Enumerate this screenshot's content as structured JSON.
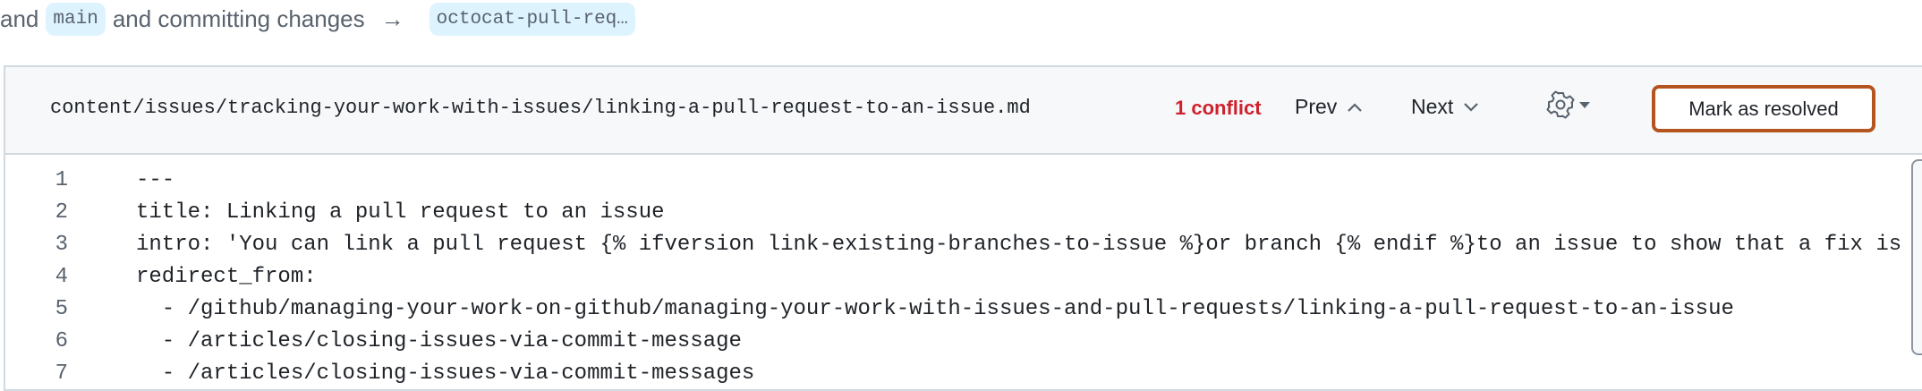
{
  "breadcrumb": {
    "prefix": "and",
    "base_branch": "main",
    "middle": "and committing changes",
    "arrow": "→",
    "head_branch": "octocat-pull-req…"
  },
  "file_header": {
    "path": "content/issues/tracking-your-work-with-issues/linking-a-pull-request-to-an-issue.md",
    "conflict_count": "1 conflict",
    "prev_label": "Prev",
    "next_label": "Next",
    "settings_icon": "gear-icon",
    "mark_resolved_label": "Mark as resolved",
    "highlight_color": "#b4541f"
  },
  "code_lines": [
    {
      "n": "1",
      "text": "---"
    },
    {
      "n": "2",
      "text": "title: Linking a pull request to an issue"
    },
    {
      "n": "3",
      "text": "intro: 'You can link a pull request {% ifversion link-existing-branches-to-issue %}or branch {% endif %}to an issue to show that a fix is "
    },
    {
      "n": "4",
      "text": "redirect_from:"
    },
    {
      "n": "5",
      "text": "  - /github/managing-your-work-on-github/managing-your-work-with-issues-and-pull-requests/linking-a-pull-request-to-an-issue"
    },
    {
      "n": "6",
      "text": "  - /articles/closing-issues-via-commit-message"
    },
    {
      "n": "7",
      "text": "  - /articles/closing-issues-via-commit-messages"
    }
  ]
}
